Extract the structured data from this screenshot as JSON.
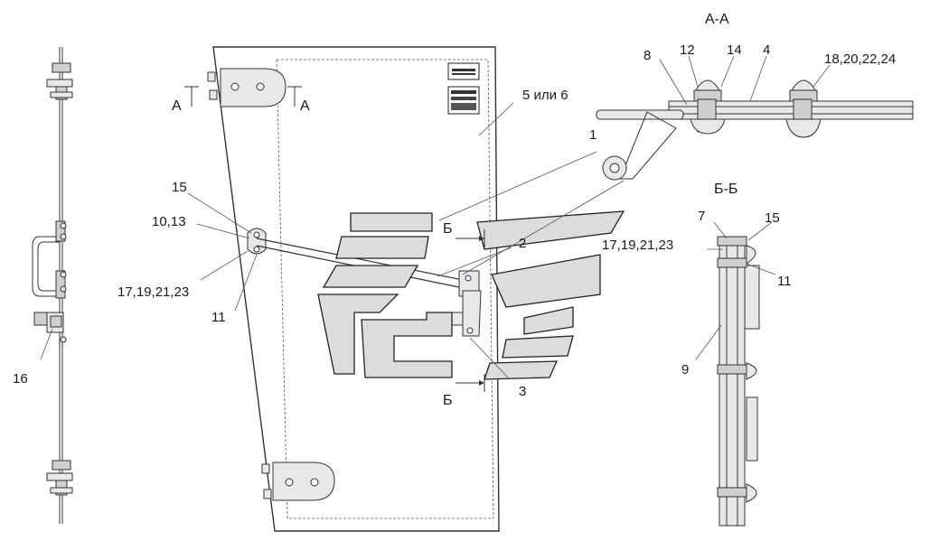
{
  "section_titles": {
    "aa": "А-А",
    "bb": "Б-Б"
  },
  "cut_marks": {
    "a_left": "А",
    "a_right": "А",
    "b_top": "Б",
    "b_bottom": "Б"
  },
  "callouts": {
    "door_panel": "5 или 6",
    "handle_rod": "1",
    "bracket_upper": "2",
    "bracket_lower": "3",
    "pin_15": "15",
    "bushing_10_13": "10,13",
    "fasteners_left": "17,19,21,23",
    "washer_11_left": "11",
    "side_item_16": "16",
    "aa_8": "8",
    "aa_12": "12",
    "aa_14": "14",
    "aa_4": "4",
    "aa_fasteners": "18,20,22,24",
    "bb_7": "7",
    "bb_15": "15",
    "bb_fasteners": "17,19,21,23",
    "bb_11": "11",
    "bb_9": "9"
  }
}
